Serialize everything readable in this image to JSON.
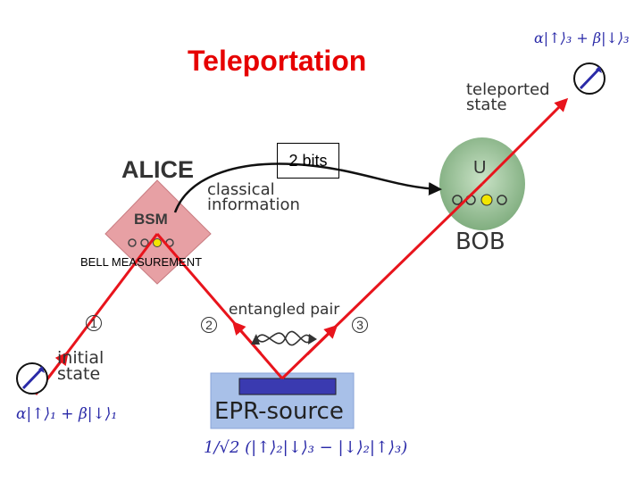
{
  "title": "Teleportation",
  "classical_bits_box": "2 bits",
  "bell_measurement_label": "BELL MEASUREMENT",
  "alice": {
    "label": "ALICE",
    "bsm_label": "BSM"
  },
  "classical_info_label": "classical\ninformation",
  "bob": {
    "label": "BOB",
    "operation_label": "U"
  },
  "teleported_label": "teleported\nstate",
  "entangled_label": "entangled pair",
  "initial_label": "initial\nstate",
  "epr_label": "EPR-source",
  "qubit_numbers": [
    "1",
    "2",
    "3"
  ],
  "formulas": {
    "initial_state": "α|↑⟩₁ + β|↓⟩₁",
    "teleported_state": "α|↑⟩₃ + β|↓⟩₃",
    "epr_state": "1/√2 (|↑⟩₂|↓⟩₃ − |↓⟩₂|↑⟩₃)"
  },
  "colors": {
    "title": "#e60000",
    "beam": "#e8141c",
    "alice_diamond": "#e7a0a4",
    "bob_disc": "#9cc49a",
    "epr_box": "#a8c0e8",
    "epr_crystal": "#3a3ab0",
    "formula": "#2a2aa8"
  }
}
